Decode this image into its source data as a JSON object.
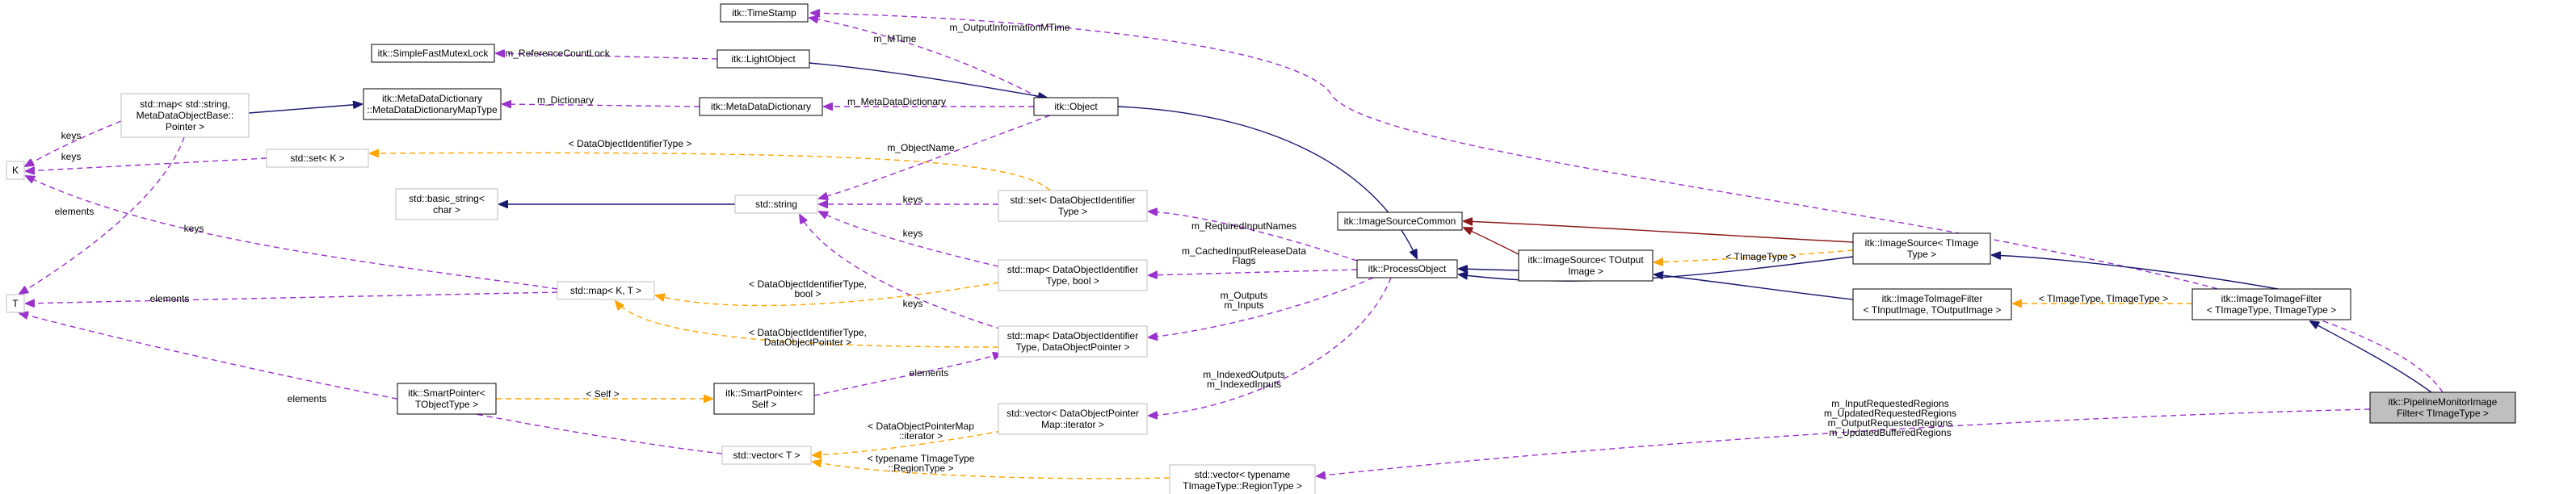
{
  "diagram": {
    "colors": {
      "inheritance": "#191970",
      "usage": "#9a32cd",
      "template": "#ffa500",
      "private_inheritance": "#8b1a1a",
      "focus_fill": "#bfbfbf",
      "documented_border": "#000000",
      "undocumented_border": "#bfbfbf"
    },
    "nodes": [
      {
        "id": "timestamp",
        "lines": [
          "itk::TimeStamp"
        ],
        "style": "solid"
      },
      {
        "id": "mutexlock",
        "lines": [
          "itk::SimpleFastMutexLock"
        ],
        "style": "solid"
      },
      {
        "id": "lightobject",
        "lines": [
          "itk::LightObject"
        ],
        "style": "solid"
      },
      {
        "id": "mddmaptype",
        "lines": [
          "itk::MetaDataDictionary",
          "::MetaDataDictionaryMapType"
        ],
        "style": "solid"
      },
      {
        "id": "mdd",
        "lines": [
          "itk::MetaDataDictionary"
        ],
        "style": "solid"
      },
      {
        "id": "object",
        "lines": [
          "itk::Object"
        ],
        "style": "solid"
      },
      {
        "id": "stdmap_str",
        "lines": [
          "std::map< std::string,",
          "MetaDataObjectBase::",
          "Pointer >"
        ],
        "style": "grey"
      },
      {
        "id": "K",
        "lines": [
          "K"
        ],
        "style": "grey"
      },
      {
        "id": "set_k",
        "lines": [
          "std::set< K >"
        ],
        "style": "grey"
      },
      {
        "id": "basic_string",
        "lines": [
          "std::basic_string<",
          "char >"
        ],
        "style": "grey"
      },
      {
        "id": "string",
        "lines": [
          "std::string"
        ],
        "style": "grey"
      },
      {
        "id": "set_doid",
        "lines": [
          "std::set< DataObjectIdentifier",
          "Type >"
        ],
        "style": "grey"
      },
      {
        "id": "map_bool",
        "lines": [
          "std::map< DataObjectIdentifier",
          "Type, bool >"
        ],
        "style": "grey"
      },
      {
        "id": "T",
        "lines": [
          "T"
        ],
        "style": "grey"
      },
      {
        "id": "map_kt",
        "lines": [
          "std::map< K, T >"
        ],
        "style": "grey"
      },
      {
        "id": "map_dop",
        "lines": [
          "std::map< DataObjectIdentifier",
          "Type, DataObjectPointer >"
        ],
        "style": "grey"
      },
      {
        "id": "sp_tobj",
        "lines": [
          "itk::SmartPointer<",
          "TObjectType >"
        ],
        "style": "solid"
      },
      {
        "id": "sp_self",
        "lines": [
          "itk::SmartPointer<",
          "Self >"
        ],
        "style": "solid"
      },
      {
        "id": "vec_iter",
        "lines": [
          "std::vector< DataObjectPointer",
          "Map::iterator >"
        ],
        "style": "grey"
      },
      {
        "id": "vec_t",
        "lines": [
          "std::vector< T >"
        ],
        "style": "grey"
      },
      {
        "id": "vec_region",
        "lines": [
          "std::vector< typename",
          "TImageType::RegionType >"
        ],
        "style": "grey"
      },
      {
        "id": "processobject",
        "lines": [
          "itk::ProcessObject"
        ],
        "style": "solid"
      },
      {
        "id": "isc",
        "lines": [
          "itk::ImageSourceCommon"
        ],
        "style": "solid"
      },
      {
        "id": "is_tout",
        "lines": [
          "itk::ImageSource< TOutput",
          "Image >"
        ],
        "style": "solid"
      },
      {
        "id": "is_timg",
        "lines": [
          "itk::ImageSource< TImage",
          "Type >"
        ],
        "style": "solid"
      },
      {
        "id": "itif_io",
        "lines": [
          "itk::ImageToImageFilter",
          "< TInputImage, TOutputImage >"
        ],
        "style": "solid"
      },
      {
        "id": "itif_tt",
        "lines": [
          "itk::ImageToImageFilter",
          "< TImageType, TImageType >"
        ],
        "style": "solid"
      },
      {
        "id": "pmif",
        "lines": [
          "itk::PipelineMonitorImage",
          "Filter< TImageType >"
        ],
        "style": "focus"
      }
    ],
    "edges": [
      {
        "id": "e_ts_obj",
        "kind": "member",
        "labels": [
          "m_MTime"
        ]
      },
      {
        "id": "e_ts_pmif",
        "kind": "member",
        "labels": [
          "m_OutputInformationMTime"
        ]
      },
      {
        "id": "e_mutex_light",
        "kind": "member",
        "labels": [
          "m_ReferenceCountLock"
        ]
      },
      {
        "id": "e_light_obj",
        "kind": "inherit",
        "labels": []
      },
      {
        "id": "e_mddmap_mdd",
        "kind": "member",
        "labels": [
          "m_Dictionary"
        ]
      },
      {
        "id": "e_mdd_obj",
        "kind": "member",
        "labels": [
          "m_MetaDataDictionary"
        ]
      },
      {
        "id": "e_stdmap_mddmap",
        "kind": "inherit",
        "labels": []
      },
      {
        "id": "e_stdmap_K",
        "kind": "member",
        "labels": [
          "keys"
        ]
      },
      {
        "id": "e_stdmap_T",
        "kind": "member",
        "labels": [
          "elements"
        ]
      },
      {
        "id": "e_setk_K",
        "kind": "member",
        "labels": [
          "keys"
        ]
      },
      {
        "id": "e_setdoid_setk",
        "kind": "template",
        "labels": [
          "< DataObjectIdentifierType >"
        ]
      },
      {
        "id": "e_obj_string",
        "kind": "member",
        "labels": [
          "m_ObjectName"
        ]
      },
      {
        "id": "e_basic_string",
        "kind": "inherit",
        "labels": []
      },
      {
        "id": "e_setdoid_string",
        "kind": "member",
        "labels": [
          "keys"
        ]
      },
      {
        "id": "e_mapbool_string",
        "kind": "member",
        "labels": [
          "keys"
        ]
      },
      {
        "id": "e_mapdop_string",
        "kind": "member",
        "labels": [
          "keys"
        ]
      },
      {
        "id": "e_obj_po",
        "kind": "inherit",
        "labels": []
      },
      {
        "id": "e_setdoid_po",
        "kind": "member",
        "labels": [
          "m_RequiredInputNames"
        ]
      },
      {
        "id": "e_mapbool_po",
        "kind": "member",
        "labels": [
          "m_CachedInputReleaseData",
          "Flags"
        ]
      },
      {
        "id": "e_mapdop_po",
        "kind": "member",
        "labels": [
          "m_Outputs",
          "m_Inputs"
        ]
      },
      {
        "id": "e_veciter_po",
        "kind": "member",
        "labels": [
          "m_IndexedOutputs",
          "m_IndexedInputs"
        ]
      },
      {
        "id": "e_mapkt_K",
        "kind": "member",
        "labels": [
          "keys"
        ]
      },
      {
        "id": "e_mapkt_T",
        "kind": "member",
        "labels": [
          "elements"
        ]
      },
      {
        "id": "e_mapbool_mapkt",
        "kind": "template",
        "labels": [
          "< DataObjectIdentifierType,",
          "bool >"
        ]
      },
      {
        "id": "e_mapdop_mapkt",
        "kind": "template",
        "labels": [
          "< DataObjectIdentifierType,",
          "DataObjectPointer >"
        ]
      },
      {
        "id": "e_spself_mapdop",
        "kind": "member",
        "labels": [
          "elements"
        ]
      },
      {
        "id": "e_sptobj_spself",
        "kind": "template",
        "labels": [
          "< Self >"
        ]
      },
      {
        "id": "e_vect_T",
        "kind": "member",
        "labels": [
          "elements"
        ]
      },
      {
        "id": "e_veciter_vect",
        "kind": "template",
        "labels": [
          "< DataObjectPointerMap",
          "::iterator >"
        ]
      },
      {
        "id": "e_vecregion_vect",
        "kind": "template",
        "labels": [
          "< typename TImageType",
          "::RegionType >"
        ]
      },
      {
        "id": "e_po_istout",
        "kind": "inherit",
        "labels": []
      },
      {
        "id": "e_isc_istout",
        "kind": "private",
        "labels": []
      },
      {
        "id": "e_po_istimg",
        "kind": "inherit",
        "labels": []
      },
      {
        "id": "e_isc_istimg",
        "kind": "private",
        "labels": []
      },
      {
        "id": "e_istout_istimg",
        "kind": "template",
        "labels": [
          "< TImageType >"
        ]
      },
      {
        "id": "e_istout_itifio",
        "kind": "inherit",
        "labels": []
      },
      {
        "id": "e_itifio_itiftt",
        "kind": "template",
        "labels": [
          "< TImageType, TImageType >"
        ]
      },
      {
        "id": "e_istimg_itiftt",
        "kind": "inherit",
        "labels": []
      },
      {
        "id": "e_itiftt_pmif",
        "kind": "inherit",
        "labels": []
      },
      {
        "id": "e_vecregion_pmif",
        "kind": "member",
        "labels": [
          "m_InputRequestedRegions",
          "m_UpdatedRequestedRegions",
          "m_OutputRequestedRegions",
          "m_UpdatedBufferedRegions"
        ]
      }
    ]
  }
}
